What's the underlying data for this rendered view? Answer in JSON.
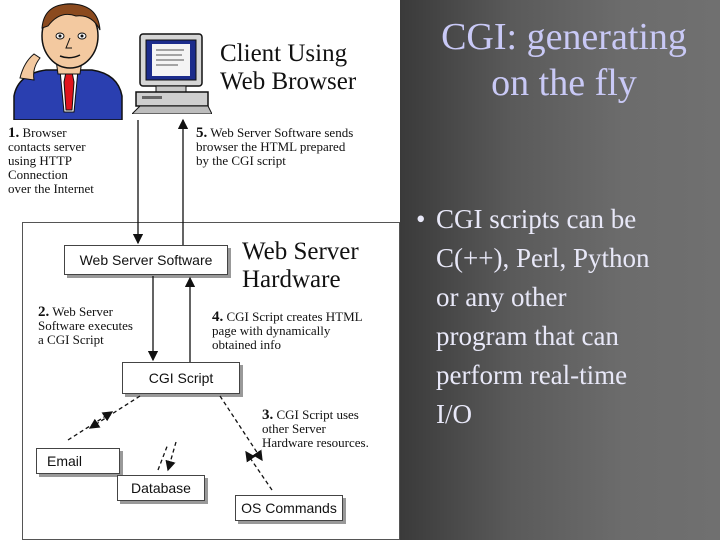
{
  "slide": {
    "title_line1": "CGI: generating",
    "title_line2": "on the fly",
    "bullets": [
      {
        "marker": "•",
        "lines": [
          "CGI scripts can be",
          "C(++), Perl, Python",
          "or any other",
          "program that can",
          "perform real-time",
          "I/O"
        ]
      }
    ]
  },
  "diagram": {
    "client_label": [
      "Client Using",
      "Web Browser"
    ],
    "step1": {
      "num": "1.",
      "lines": [
        "Browser",
        "contacts server",
        "using HTTP",
        "Connection",
        "over the Internet"
      ]
    },
    "step5": {
      "num": "5.",
      "lines": [
        "Web Server Software sends",
        "browser the HTML prepared",
        "by the CGI script"
      ]
    },
    "web_server_software": "Web Server Software",
    "hardware_label": [
      "Web Server",
      "Hardware"
    ],
    "step2": {
      "num": "2.",
      "lines": [
        "Web Server",
        "Software executes",
        "a CGI Script"
      ]
    },
    "step4": {
      "num": "4.",
      "lines": [
        "CGI Script creates HTML",
        "page with dynamically",
        "obtained info"
      ]
    },
    "cgi_script": "CGI Script",
    "step3": {
      "num": "3.",
      "lines": [
        "CGI Script uses",
        "other Server",
        "Hardware resources."
      ]
    },
    "email": "Email",
    "database": "Database",
    "os_commands": "OS Commands"
  },
  "colors": {
    "title": "#c9c9f6",
    "bullet_text": "#e8e8f8",
    "background_dark": "#3a3a3a"
  },
  "icons": [
    "person-icon",
    "computer-icon"
  ]
}
